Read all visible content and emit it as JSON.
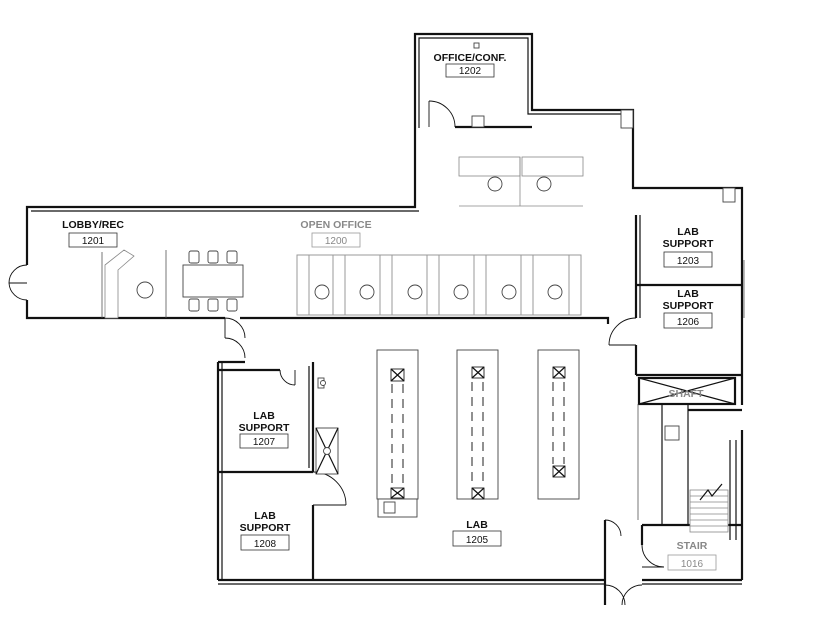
{
  "rooms": {
    "office_conf": {
      "name": "OFFICE/CONF.",
      "number": "1202"
    },
    "lobby_rec": {
      "name": "LOBBY/REC",
      "number": "1201"
    },
    "open_office": {
      "name": "OPEN OFFICE",
      "number": "1200"
    },
    "lab_support_1203": {
      "name_line1": "LAB",
      "name_line2": "SUPPORT",
      "number": "1203"
    },
    "lab_support_1206": {
      "name_line1": "LAB",
      "name_line2": "SUPPORT",
      "number": "1206"
    },
    "lab_support_1207": {
      "name_line1": "LAB",
      "name_line2": "SUPPORT",
      "number": "1207"
    },
    "lab_support_1208": {
      "name_line1": "LAB",
      "name_line2": "SUPPORT",
      "number": "1208"
    },
    "lab": {
      "name": "LAB",
      "number": "1205"
    },
    "stair": {
      "name": "STAIR",
      "number": "1016"
    },
    "shaft": {
      "name": "SHAFT"
    }
  }
}
